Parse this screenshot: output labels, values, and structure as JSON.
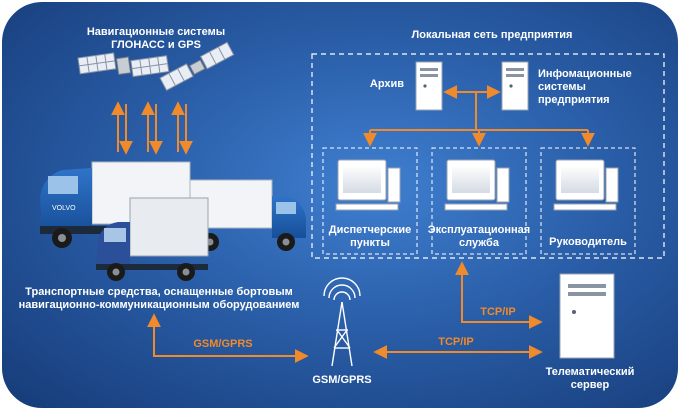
{
  "colors": {
    "arrow": "#f08a2a",
    "panel": "#2a5ea8",
    "line": "#ffffff"
  },
  "satellites": {
    "title": "Навигационные системы\nГЛОНАСС и GPS"
  },
  "lan": {
    "title": "Локальная сеть предприятия"
  },
  "servers": {
    "archive": "Архив",
    "info": "Инфомационные\nсистемы\nпредприятия"
  },
  "workstations": [
    {
      "label": "Диспетчерские\nпункты"
    },
    {
      "label": "Эксплуатационная\nслужба"
    },
    {
      "label": "Руководитель"
    }
  ],
  "vehicles": {
    "caption": "Транспортные средства, оснащенные бортовым\nнавигационно-коммуникационным оборудованием"
  },
  "links": {
    "gsm_left": "GSM/GPRS",
    "tcp_bottom": "TCP/IP",
    "tcp_right": "TCP/IP"
  },
  "tower": {
    "label": "GSM/GPRS"
  },
  "telematic": {
    "label": "Телематический\nсервер"
  },
  "truck_text": {
    "logo": "VOLVO"
  }
}
